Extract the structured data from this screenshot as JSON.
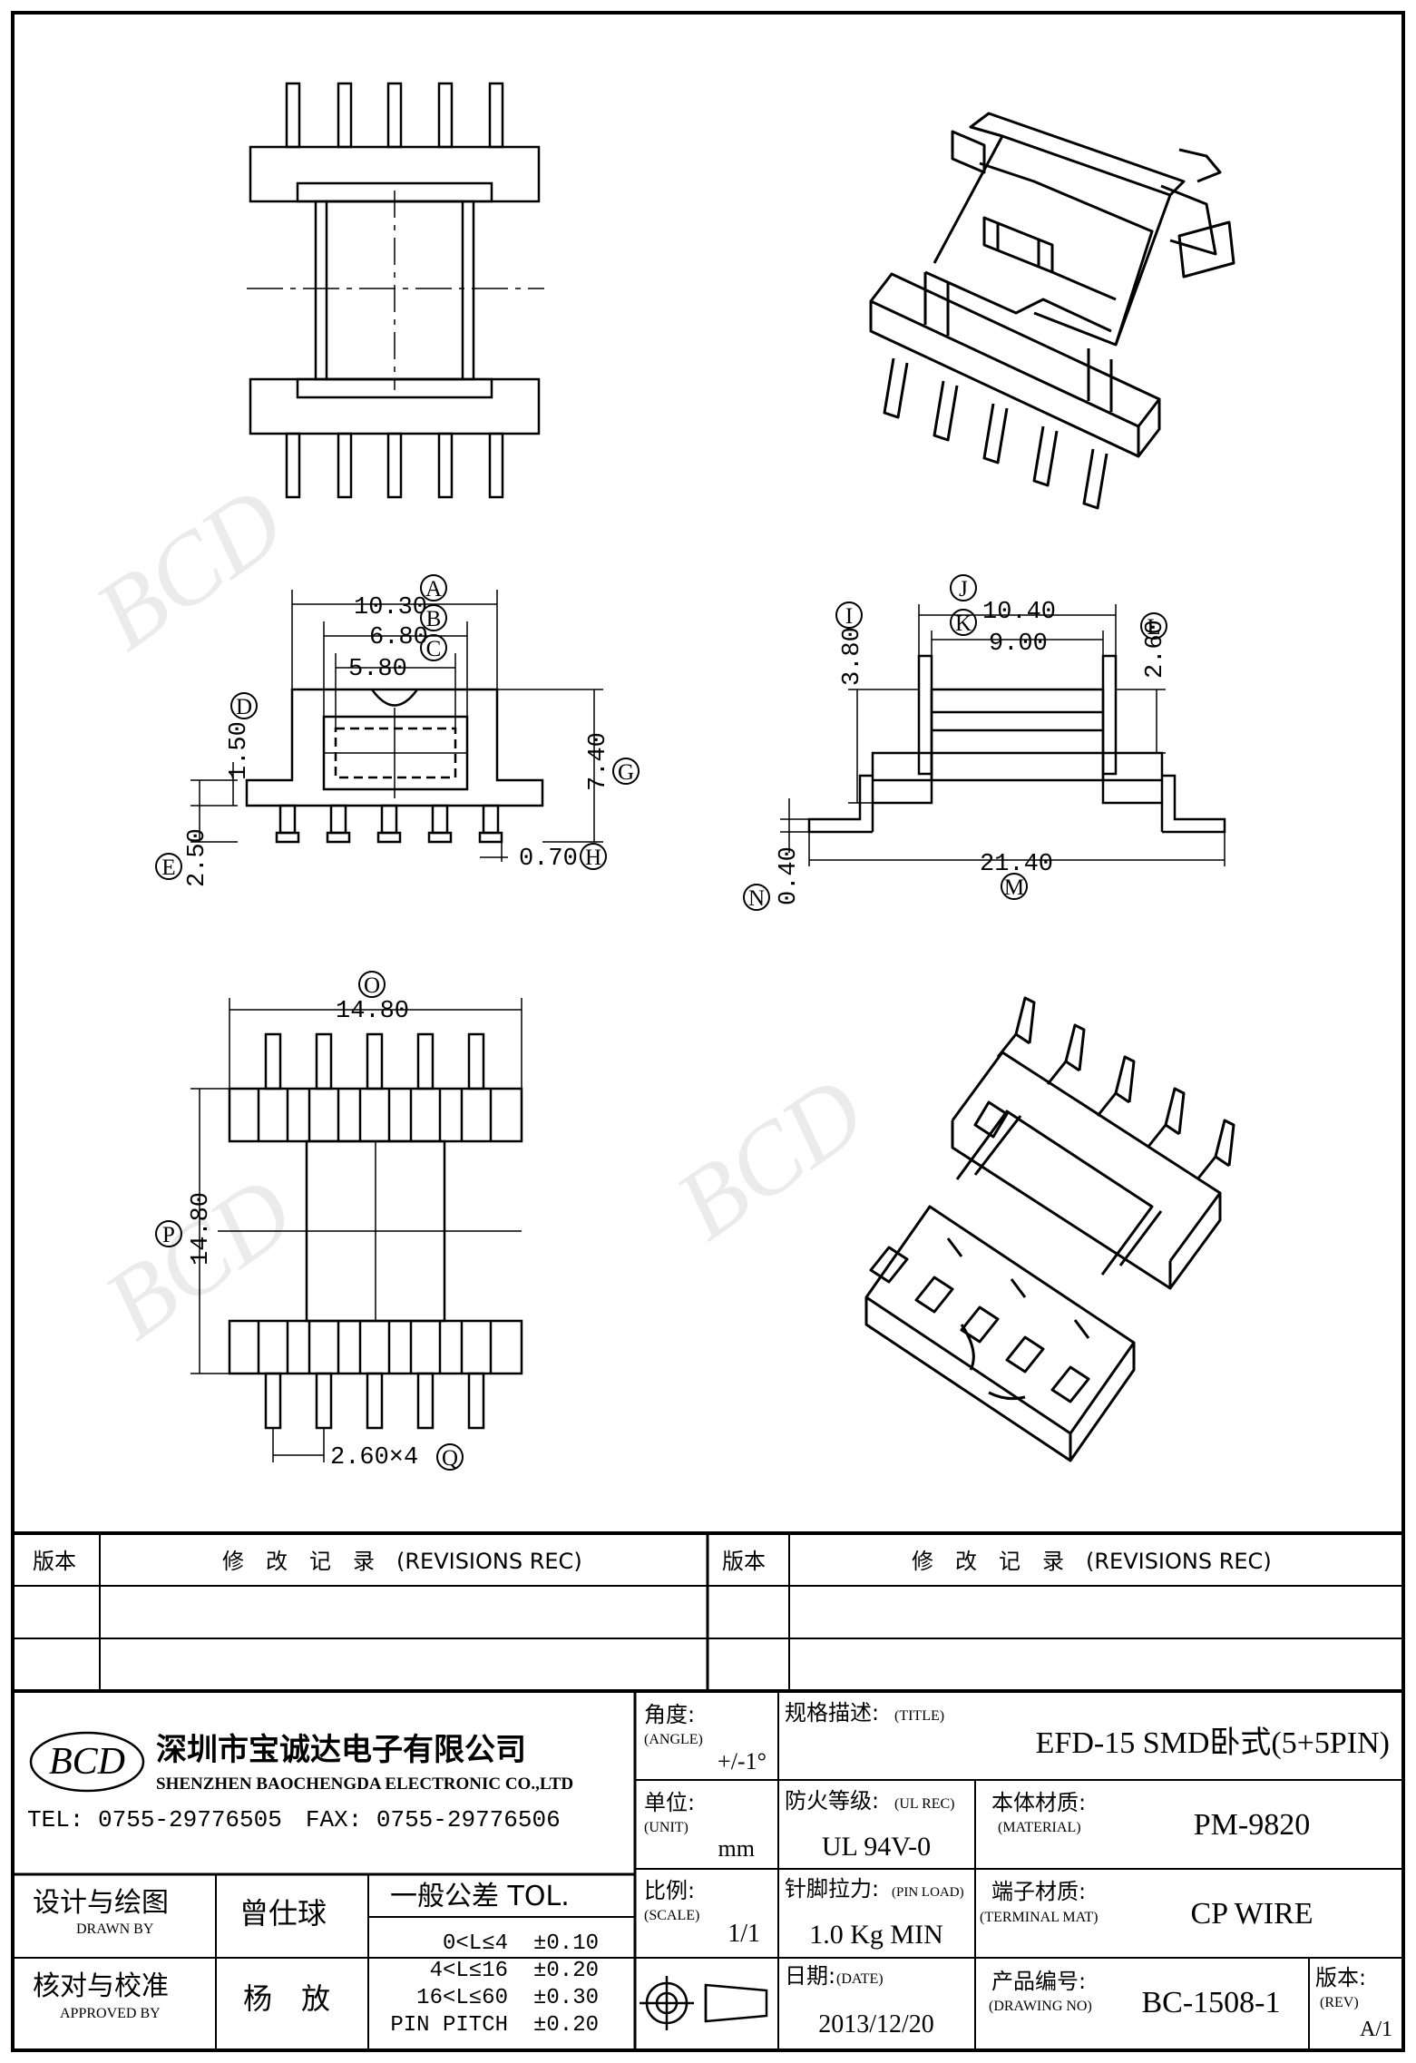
{
  "dimensions": {
    "A": {
      "letter": "A",
      "value": "10.30"
    },
    "B": {
      "letter": "B",
      "value": "6.80"
    },
    "C": {
      "letter": "C",
      "value": "5.80"
    },
    "D": {
      "letter": "D",
      "value": "1.50"
    },
    "E": {
      "letter": "E",
      "value": "2.50"
    },
    "G": {
      "letter": "G",
      "value": "7.40"
    },
    "H": {
      "letter": "H",
      "value": "0.70"
    },
    "I": {
      "letter": "I",
      "value": "3.80"
    },
    "J": {
      "letter": "J",
      "value": "10.40"
    },
    "K": {
      "letter": "K",
      "value": "9.00"
    },
    "L": {
      "letter": "L",
      "value": "2.60"
    },
    "M": {
      "letter": "M",
      "value": "21.40"
    },
    "N": {
      "letter": "N",
      "value": "0.40"
    },
    "O": {
      "letter": "O",
      "value": "14.80"
    },
    "P": {
      "letter": "P",
      "value": "14.80"
    },
    "Q": {
      "letter": "Q",
      "value": "2.60×4"
    }
  },
  "watermark": "BCD",
  "revisions": {
    "col_version": "版本",
    "col_record": "修　改　记　录　(REVISIONS REC)"
  },
  "company": {
    "logo": "BCD",
    "name_cn": "深圳市宝诚达电子有限公司",
    "name_en": "SHENZHEN BAOCHENGDA ELECTRONIC CO.,LTD",
    "tel_fax": "TEL: 0755-29776505　FAX: 0755-29776506"
  },
  "signatures": {
    "designer_cn": "设计与绘图",
    "designer_en": "DRAWN BY",
    "designer_name": "曾仕球",
    "checker_cn": "核对与校准",
    "checker_en": "APPROVED BY",
    "checker_name": "杨　放"
  },
  "tolerance": {
    "title": "一般公差 TOL.",
    "rows": [
      {
        "range": "0<L≤4",
        "tol": "±0.10"
      },
      {
        "range": "4<L≤16",
        "tol": "±0.20"
      },
      {
        "range": "16<L≤60",
        "tol": "±0.30"
      },
      {
        "range": "PIN PITCH",
        "tol": "±0.20"
      }
    ]
  },
  "angle": {
    "label_cn": "角度:",
    "label_en": "(ANGLE)",
    "value": "+/-1°"
  },
  "unit": {
    "label_cn": "单位:",
    "label_en": "(UNIT)",
    "value": "mm"
  },
  "scale": {
    "label_cn": "比例:",
    "label_en": "(SCALE)",
    "value": "1/1"
  },
  "title_field": {
    "label_cn": "规格描述:",
    "label_en": "(TITLE)",
    "value": "EFD-15 SMD卧式(5+5PIN)"
  },
  "ul": {
    "label_cn": "防火等级:",
    "label_en": "(UL REC)",
    "value": "UL 94V-0"
  },
  "material": {
    "label_cn": "本体材质:",
    "label_en": "(MATERIAL)",
    "value": "PM-9820"
  },
  "pin_load": {
    "label_cn": "针脚拉力:",
    "label_en": "(PIN LOAD)",
    "value": "1.0 Kg MIN"
  },
  "terminal": {
    "label_cn": "端子材质:",
    "label_en": "(TERMINAL MAT)",
    "value": "CP WIRE"
  },
  "date": {
    "label_cn": "日期:",
    "label_en": "(DATE)",
    "value": "2013/12/20"
  },
  "drawing_no": {
    "label_cn": "产品编号:",
    "label_en": "(DRAWING NO)",
    "value": "BC-1508-1"
  },
  "rev": {
    "label_cn": "版本:",
    "label_en": "(REV)",
    "value": "A/1"
  }
}
